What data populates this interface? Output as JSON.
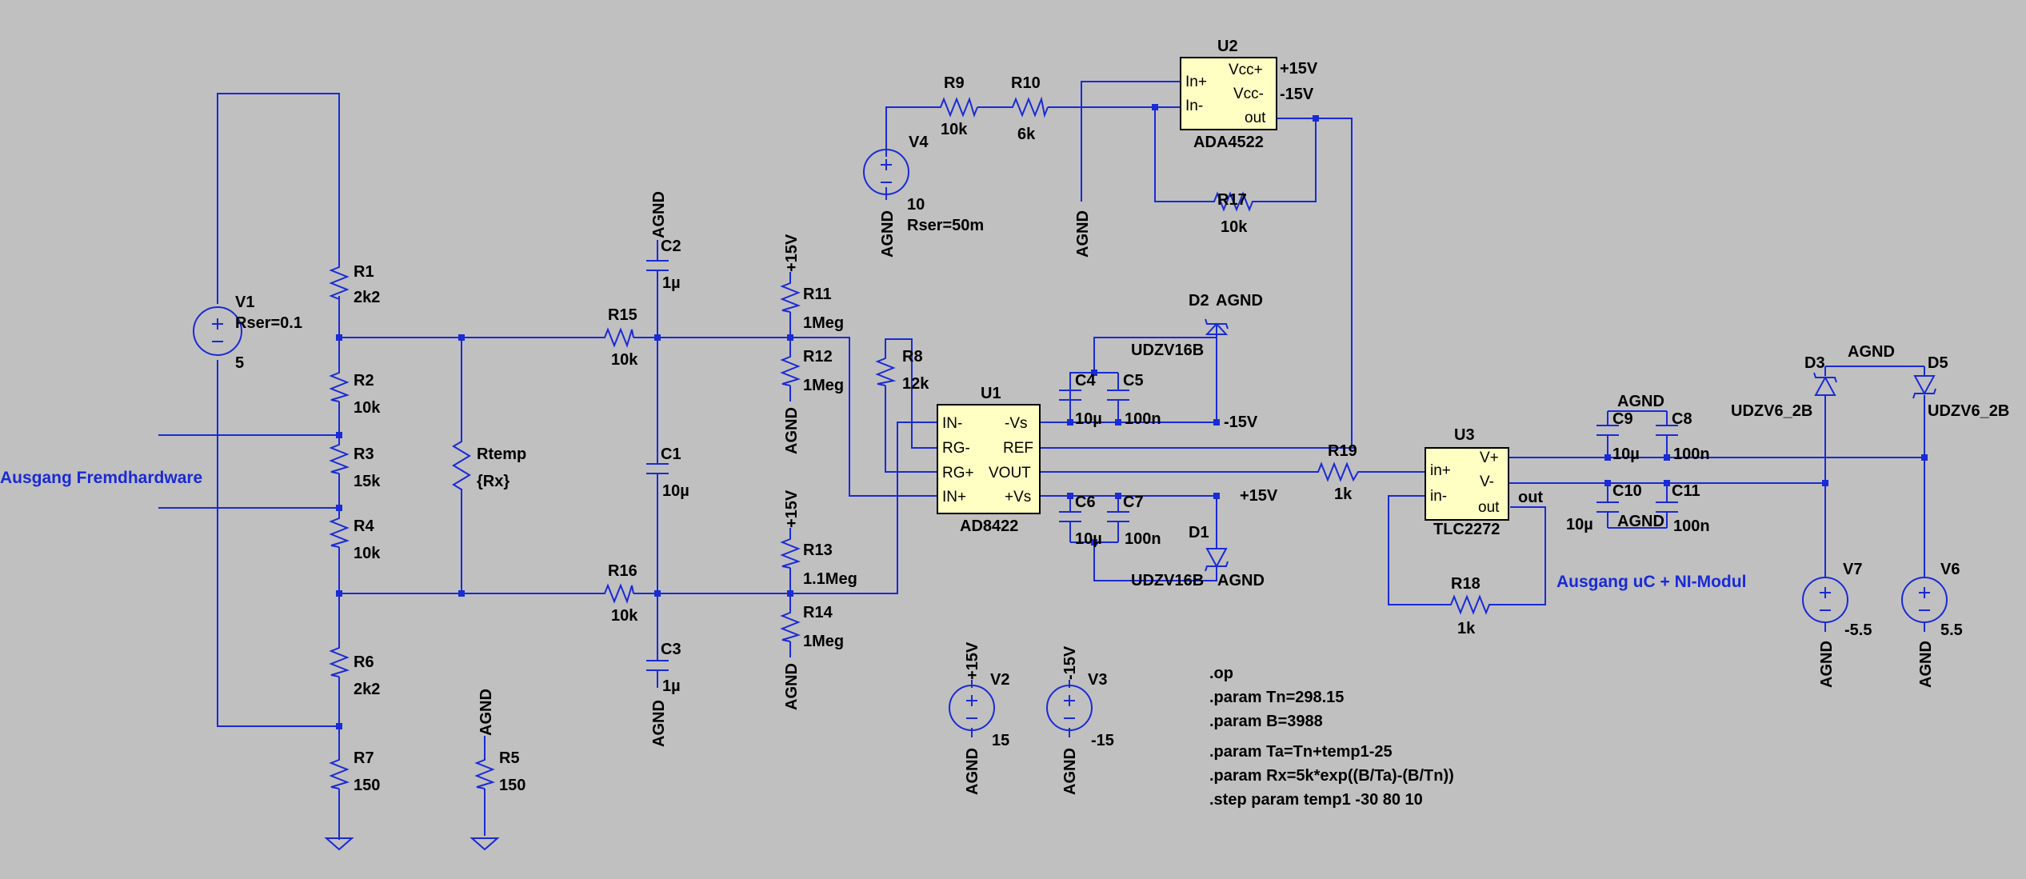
{
  "components": {
    "V1": {
      "name": "V1",
      "param": "Rser=0.1",
      "value": "5"
    },
    "V2": {
      "name": "V2",
      "value": "15",
      "net": "+15V",
      "gnd": "AGND"
    },
    "V3": {
      "name": "V3",
      "value": "-15",
      "net": "-15V",
      "gnd": "AGND"
    },
    "V4": {
      "name": "V4",
      "value": "10",
      "param": "Rser=50m",
      "gnd": "AGND"
    },
    "V6": {
      "name": "V6",
      "value": "5.5",
      "gnd": "AGND"
    },
    "V7": {
      "name": "V7",
      "value": "-5.5",
      "gnd": "AGND"
    },
    "R1": {
      "name": "R1",
      "value": "2k2"
    },
    "R2": {
      "name": "R2",
      "value": "10k"
    },
    "R3": {
      "name": "R3",
      "value": "15k"
    },
    "R4": {
      "name": "R4",
      "value": "10k"
    },
    "R5": {
      "name": "R5",
      "value": "150",
      "gnd": "AGND"
    },
    "R6": {
      "name": "R6",
      "value": "2k2"
    },
    "R7": {
      "name": "R7",
      "value": "150"
    },
    "R8": {
      "name": "R8",
      "value": "12k"
    },
    "R9": {
      "name": "R9",
      "value": "10k"
    },
    "R10": {
      "name": "R10",
      "value": "6k"
    },
    "R11": {
      "name": "R11",
      "value": "1Meg",
      "net": "+15V"
    },
    "R12": {
      "name": "R12",
      "value": "1Meg",
      "gnd": "AGND"
    },
    "R13": {
      "name": "R13",
      "value": "1.1Meg",
      "net": "+15V"
    },
    "R14": {
      "name": "R14",
      "value": "1Meg",
      "gnd": "AGND"
    },
    "R15": {
      "name": "R15",
      "value": "10k"
    },
    "R16": {
      "name": "R16",
      "value": "10k"
    },
    "R17": {
      "name": "R17",
      "value": "10k"
    },
    "R18": {
      "name": "R18",
      "value": "1k"
    },
    "R19": {
      "name": "R19",
      "value": "1k"
    },
    "Rtemp": {
      "name": "Rtemp",
      "value": "{Rx}"
    },
    "C1": {
      "name": "C1",
      "value": "10µ"
    },
    "C2": {
      "name": "C2",
      "value": "1µ",
      "gnd": "AGND"
    },
    "C3": {
      "name": "C3",
      "value": "1µ",
      "gnd": "AGND"
    },
    "C4": {
      "name": "C4",
      "value": "10µ"
    },
    "C5": {
      "name": "C5",
      "value": "100n"
    },
    "C6": {
      "name": "C6",
      "value": "10µ"
    },
    "C7": {
      "name": "C7",
      "value": "100n"
    },
    "C8": {
      "name": "C8",
      "value": "100n"
    },
    "C9": {
      "name": "C9",
      "value": "10µ"
    },
    "C10": {
      "name": "C10",
      "value": "10µ"
    },
    "C11": {
      "name": "C11",
      "value": "100n"
    },
    "D1": {
      "name": "D1",
      "value": "UDZV16B",
      "gnd": "AGND"
    },
    "D2": {
      "name": "D2",
      "value": "UDZV16B",
      "gnd": "AGND"
    },
    "D3": {
      "name": "D3",
      "value": "UDZV6_2B"
    },
    "D5": {
      "name": "D5",
      "value": "UDZV6_2B"
    }
  },
  "ics": {
    "U1": {
      "name": "U1",
      "part": "AD8422",
      "pins": [
        "IN-",
        "RG-",
        "RG+",
        "IN+",
        "-Vs",
        "REF",
        "VOUT",
        "+Vs"
      ]
    },
    "U2": {
      "name": "U2",
      "part": "ADA4522",
      "pins": [
        "In+",
        "In-",
        "Vcc+",
        "Vcc-",
        "out"
      ]
    },
    "U3": {
      "name": "U3",
      "part": "TLC2272",
      "pins": [
        "in+",
        "in-",
        "V+",
        "V-",
        "out"
      ]
    }
  },
  "nets": {
    "agnd": "AGND",
    "p15": "+15V",
    "m15": "-15V",
    "out": "out",
    "label_left": "Ausgang Fremdhardware",
    "label_right": "Ausgang uC + NI-Modul"
  },
  "directives": [
    ".op",
    ".param Tn=298.15",
    ".param B=3988",
    ".param Ta=Tn+temp1-25",
    ".param Rx=5k*exp((B/Ta)-(B/Tn))",
    ".step param temp1 -30 80 10"
  ],
  "colors": {
    "background": "#c0c0c0",
    "wire": "#1a2ad6",
    "ic_fill": "#ffffc4"
  }
}
